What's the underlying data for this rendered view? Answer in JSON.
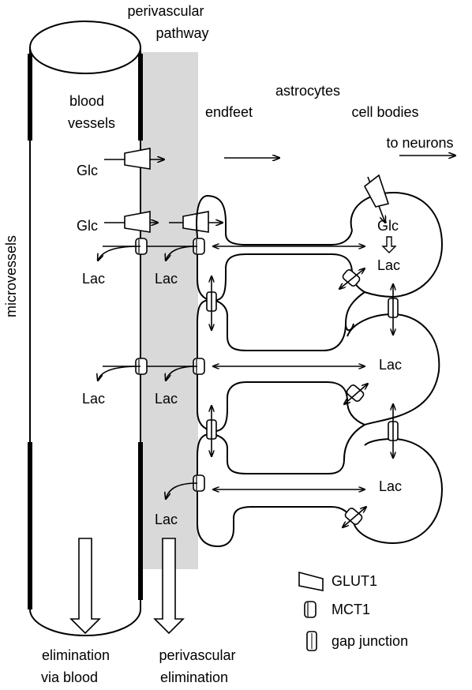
{
  "labels": {
    "perivascular_pathway_1": "perivascular",
    "perivascular_pathway_2": "pathway",
    "blood_vessels_1": "blood",
    "blood_vessels_2": "vessels",
    "astrocytes": "astrocytes",
    "endfeet": "endfeet",
    "cell_bodies": "cell bodies",
    "to_neurons": "to neurons",
    "microvessels": "microvessels",
    "glc": "Glc",
    "lac": "Lac",
    "elimination_blood_1": "elimination",
    "elimination_blood_2": "via blood",
    "elimination_peri_1": "perivascular",
    "elimination_peri_2": "elimination"
  },
  "legend": {
    "glut1": "GLUT1",
    "mct1": "MCT1",
    "gap_junction": "gap junction"
  },
  "colors": {
    "perivascular_band": "#d9d9d9",
    "line": "#000000"
  }
}
